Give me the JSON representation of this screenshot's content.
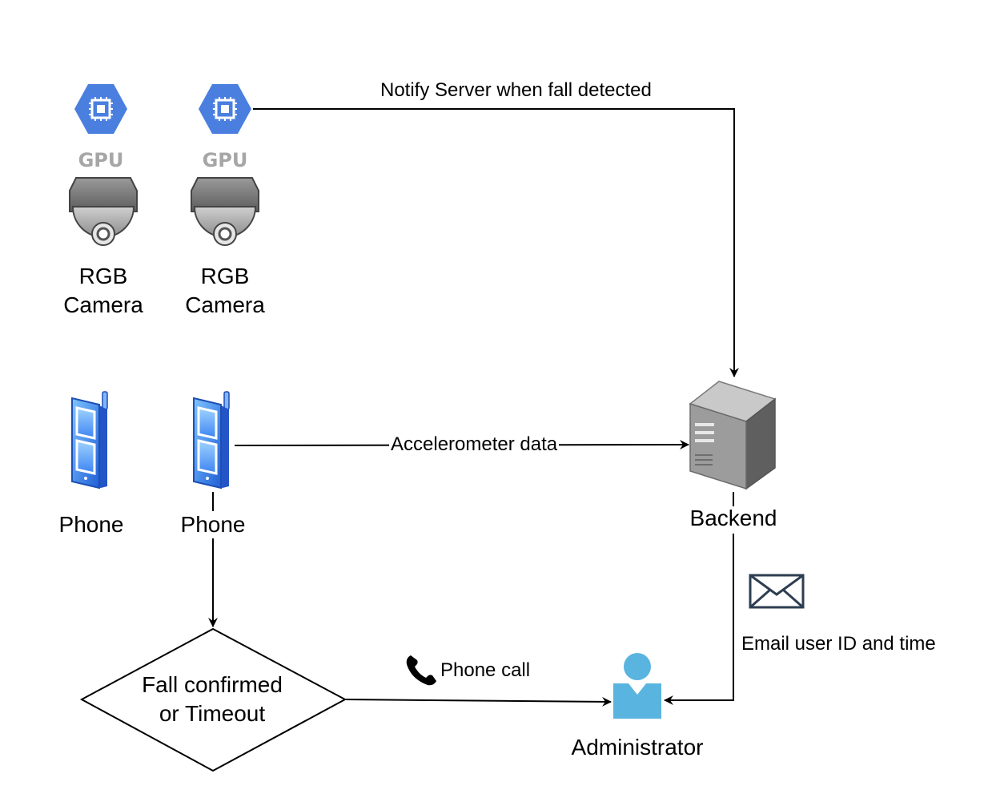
{
  "nodes": {
    "gpu_text": "GPU",
    "camera_1": {
      "line1": "RGB",
      "line2": "Camera"
    },
    "camera_2": {
      "line1": "RGB",
      "line2": "Camera"
    },
    "phone_1": "Phone",
    "phone_2": "Phone",
    "backend": "Backend",
    "decision": {
      "line1": "Fall confirmed",
      "line2": "or Timeout"
    },
    "administrator": "Administrator"
  },
  "edges": {
    "notify": "Notify Server when fall detected",
    "accelerometer": "Accelerometer data",
    "phone_call": "Phone call",
    "email": "Email user ID and time"
  },
  "icons": {
    "gpu": "gpu-chip-hexagon-icon",
    "camera": "dome-camera-icon",
    "phone": "mobile-phone-icon",
    "server": "server-tower-icon",
    "envelope": "envelope-icon",
    "handset": "phone-handset-icon",
    "user": "user-icon"
  },
  "colors": {
    "gpu_blue": "#4a7fe0",
    "phone_blue": "#3f8ff7",
    "user_blue": "#5ab4e0",
    "server_gray": "#8a8a8a",
    "line": "#000000"
  }
}
